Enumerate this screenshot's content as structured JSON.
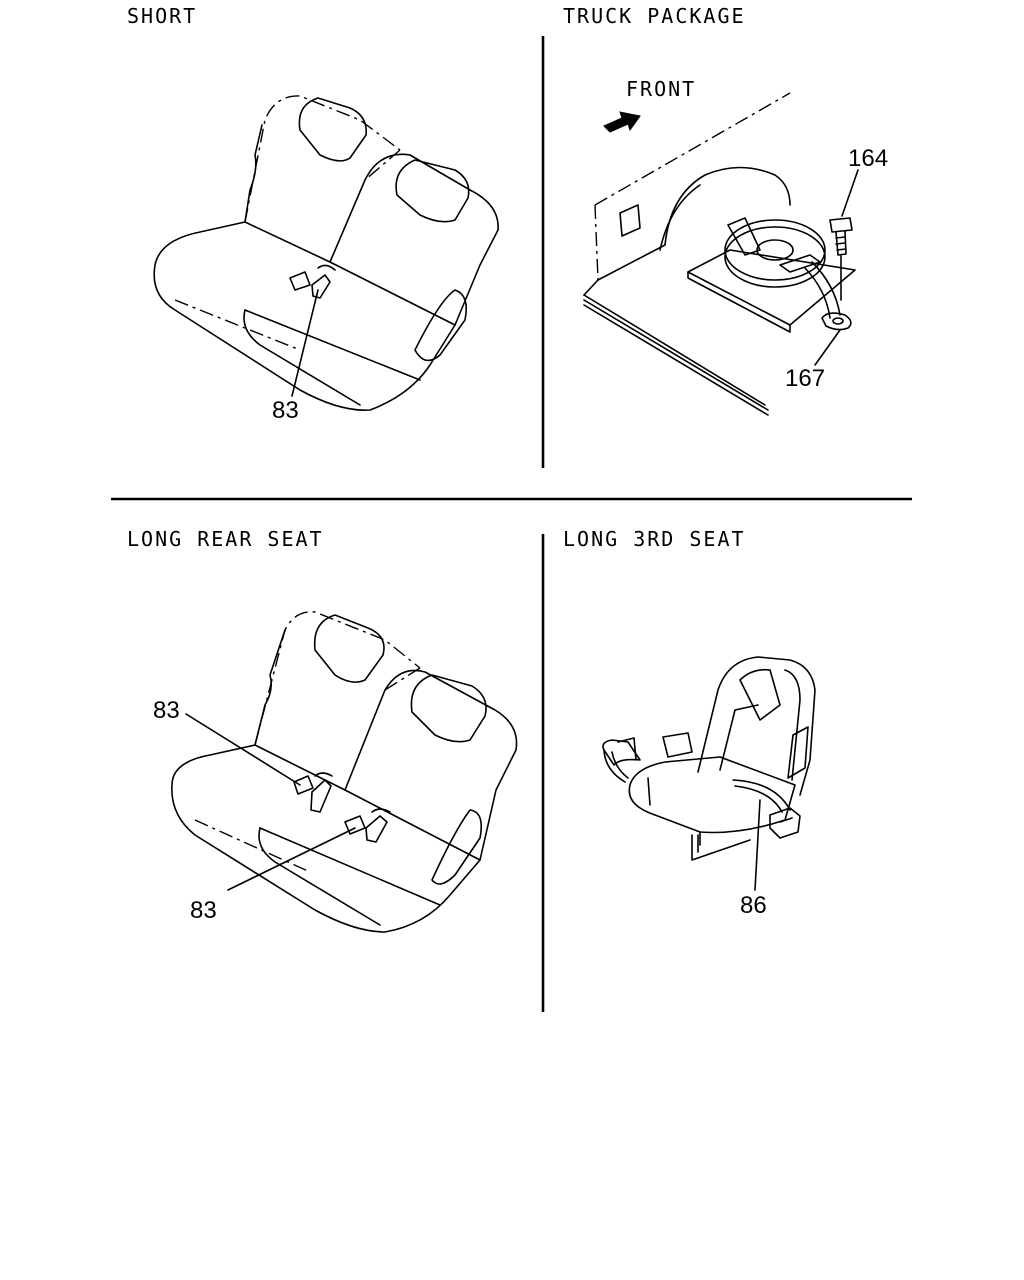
{
  "panels": {
    "short": {
      "title": "SHORT",
      "callouts": [
        "83"
      ]
    },
    "truck_package": {
      "title": "TRUCK PACKAGE",
      "direction_label": "FRONT",
      "callouts": [
        "164",
        "167"
      ]
    },
    "long_rear_seat": {
      "title": "LONG REAR SEAT",
      "callouts": [
        "83",
        "83"
      ]
    },
    "long_3rd_seat": {
      "title": "LONG 3RD SEAT",
      "callouts": [
        "86"
      ]
    }
  },
  "colors": {
    "ink": "#000000",
    "paper": "#ffffff"
  }
}
